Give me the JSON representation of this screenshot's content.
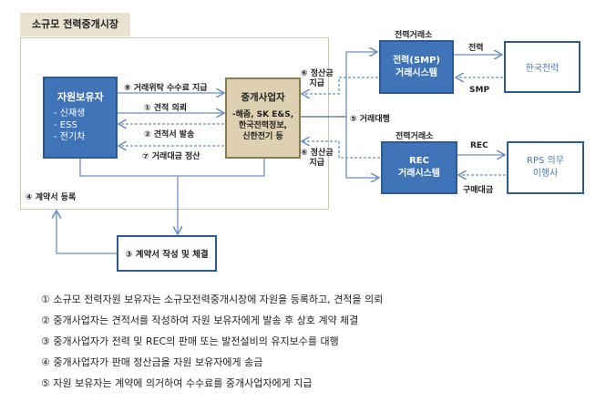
{
  "title": "소규모 전력중개시장",
  "resource_owner": {
    "title": "자원보유자",
    "items": [
      "-  신재생",
      "-  ESS",
      "-  전기차"
    ]
  },
  "broker": {
    "title": "중개사업자",
    "lines": [
      "-해줌, SK E&S,",
      "한국전력정보,",
      "신한전기 등"
    ]
  },
  "smp_system": {
    "header": "전력거래소",
    "lines": [
      "전력(SMP)",
      "거래시스템"
    ]
  },
  "rec_system": {
    "header": "전력거래소",
    "lines": [
      "REC",
      "거래시스템"
    ]
  },
  "kepco": "한국전력",
  "rps": {
    "lines": [
      "RPS 의무",
      "이행사"
    ]
  },
  "contract_box": "③ 계약서 작성 및 체결",
  "arrows": {
    "fee": "⑧ 거래위탁 수수료 지급",
    "quote_request": "① 견적 의뢰",
    "quote_send": "② 견적서 발송",
    "settlement": "⑦ 거래대금 정산",
    "register": "④ 계약서 등록",
    "agency": "⑤ 거래대행",
    "pay_top": [
      "⑥ 정산금",
      "지급"
    ],
    "pay_bottom": [
      "⑥ 정산금",
      "지급"
    ],
    "power": "전력",
    "smp": "SMP",
    "rec": "REC",
    "purchase": "구매대금"
  },
  "notes": [
    "① 소규모 전력자원 보유자는 소규모전력중개시장에 자원을 등록하고, 견적을 의뢰",
    "② 중개사업자는 견적서를 작성하여 자원 보유자에게 발송 후 상호 계약 체결",
    "③ 중개사업자가 전력 및 REC의 판매 또는 발전설비의 유지보수를 대행",
    "④ 중개사업자가 판매 정산금을 자원 보유자에게 송금",
    "⑤ 자원 보유자는 계약에 의거하여 수수료를 중개사업자에게 지급"
  ]
}
